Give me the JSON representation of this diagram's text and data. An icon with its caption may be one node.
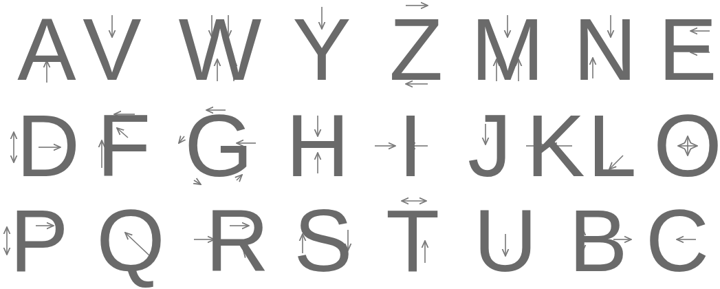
{
  "diagram": {
    "labels": [
      "A",
      "V",
      "W",
      "Y",
      "Z",
      "M",
      "N",
      "E",
      "D",
      "F",
      "G",
      "H",
      "I",
      "J",
      "K",
      "L",
      "O",
      "P",
      "Q",
      "R",
      "S",
      "T",
      "U",
      "B",
      "C"
    ]
  }
}
